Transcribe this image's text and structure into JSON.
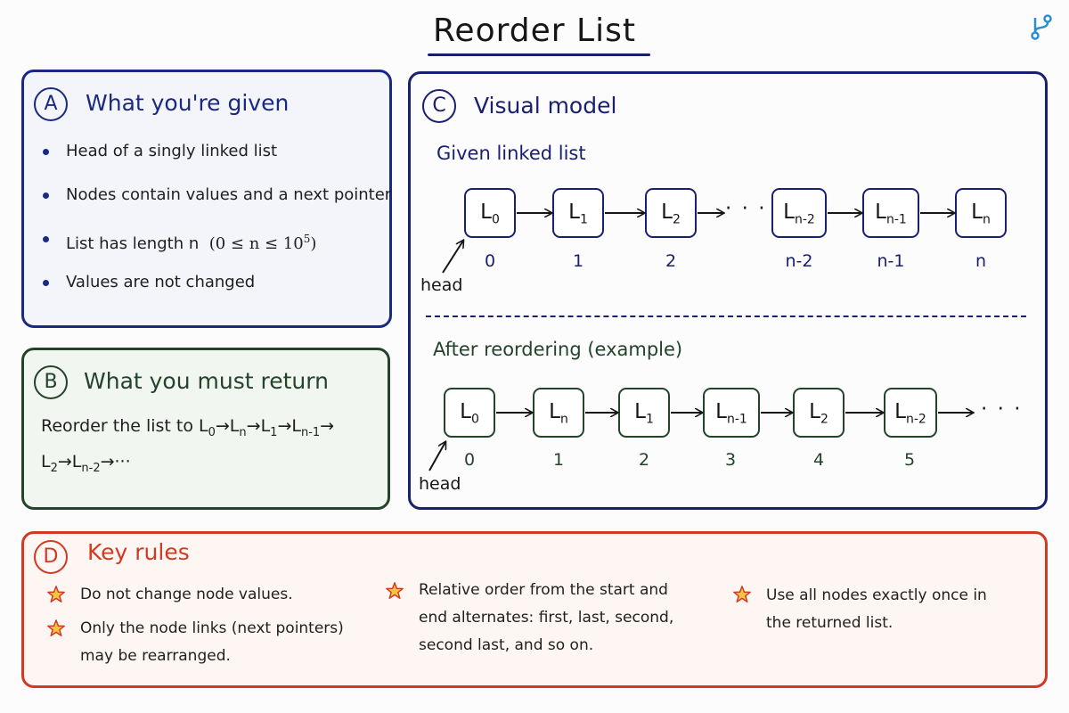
{
  "title": "Reorder List",
  "icon": "git-branch-icon",
  "colors": {
    "blue": "#1a2a80",
    "green": "#23432b",
    "red": "#d13a22",
    "navy": "#1a2070"
  },
  "panel_a": {
    "badge": "A",
    "heading": "What you're given",
    "bullets": [
      "Head of a singly linked list",
      "Nodes contain values and a next pointer",
      "List has length n",
      "Values are not changed"
    ],
    "constraint": {
      "prefix": "(0 ≤ n ≤ 10",
      "exp": "5",
      "suffix": ")"
    }
  },
  "panel_b": {
    "badge": "B",
    "heading": "What you must return",
    "text": "Reorder the list to"
  },
  "panel_c": {
    "badge": "C",
    "heading": "Visual model",
    "given_label": "Given linked list",
    "after_label": "After reordering (example)",
    "head_label": "head",
    "given_nodes": [
      {
        "sub": "0",
        "index": "0"
      },
      {
        "sub": "1",
        "index": "1"
      },
      {
        "sub": "2",
        "index": "2"
      },
      {
        "sub": "n-2",
        "index": "n-2"
      },
      {
        "sub": "n-1",
        "index": "n-1"
      },
      {
        "sub": "n",
        "index": "n"
      }
    ],
    "after_nodes": [
      {
        "sub": "0",
        "index": "0"
      },
      {
        "sub": "n",
        "index": "1"
      },
      {
        "sub": "1",
        "index": "2"
      },
      {
        "sub": "n-1",
        "index": "3"
      },
      {
        "sub": "2",
        "index": "4"
      },
      {
        "sub": "n-2",
        "index": "5"
      }
    ],
    "ellipsis": "· · ·"
  },
  "panel_d": {
    "badge": "D",
    "heading": "Key rules",
    "rules": [
      {
        "lines": [
          "Do not change node values."
        ]
      },
      {
        "lines": [
          "Only the node links (next pointers)",
          "may be rearranged."
        ]
      },
      {
        "lines": [
          "Relative order from the start and",
          "end alternates: first, last, second,",
          "second last, and so on."
        ]
      },
      {
        "lines": [
          "Use all nodes exactly once in",
          "the returned list."
        ]
      }
    ]
  }
}
